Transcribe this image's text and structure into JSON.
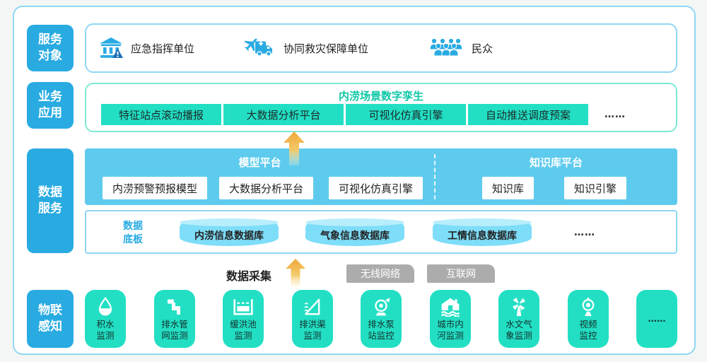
{
  "colors": {
    "sidebar_blue": "#29abe2",
    "panel_blue": "#5ecbee",
    "tile_teal": "#22dfc4",
    "title_teal": "#0cc7a6",
    "tag_gray": "#acacac",
    "arrow_orange": "#f0a73a",
    "border_blue": "#8ed7f3",
    "border_teal": "#7fe8d4",
    "cylinder_blue": "#7eddf8"
  },
  "service_objects": {
    "sidebar_label": "服务\n对象",
    "items": [
      {
        "icon": "bank-warning-icon",
        "label": "应急指挥单位"
      },
      {
        "icon": "plane-ambulance-icon",
        "label": "协同救灾保障单位"
      },
      {
        "icon": "crowd-icon",
        "label": "民众"
      }
    ]
  },
  "business_apps": {
    "sidebar_label": "业务\n应用",
    "title": "内涝场景数字孪生",
    "buttons": [
      "特征站点滚动播报",
      "大数据分析平台",
      "可视化仿真引擎",
      "自动推送调度预案"
    ],
    "ellipsis": "……"
  },
  "data_services": {
    "sidebar_label": "数据\n服务",
    "model_platform": {
      "title": "模型平台",
      "boxes": [
        "内涝预警预报模型",
        "大数据分析平台",
        "可视化仿真引擎"
      ]
    },
    "knowledge_platform": {
      "title": "知识库平台",
      "boxes": [
        "知识库",
        "知识引擎"
      ]
    },
    "data_base": {
      "label": "数据\n底板",
      "cylinders": [
        "内涝信息数据库",
        "气象信息数据库",
        "工情信息数据库"
      ],
      "ellipsis": "……"
    }
  },
  "collection": {
    "label": "数据采集",
    "tags": [
      "无线网络",
      "互联网"
    ]
  },
  "iot": {
    "sidebar_label": "物联\n感知",
    "tiles": [
      {
        "icon": "water-drop-icon",
        "label": "积水\n监测"
      },
      {
        "icon": "pipe-icon",
        "label": "排水管\n网监测"
      },
      {
        "icon": "basin-icon",
        "label": "缓洪池\n监测"
      },
      {
        "icon": "channel-icon",
        "label": "排洪渠\n监测"
      },
      {
        "icon": "pump-icon",
        "label": "排水泵\n站监控"
      },
      {
        "icon": "house-river-icon",
        "label": "城市内\n河监测"
      },
      {
        "icon": "windmill-icon",
        "label": "水文气\n象监测"
      },
      {
        "icon": "camera-icon",
        "label": "视频\n监控"
      },
      {
        "icon": "",
        "label": "……"
      }
    ]
  }
}
